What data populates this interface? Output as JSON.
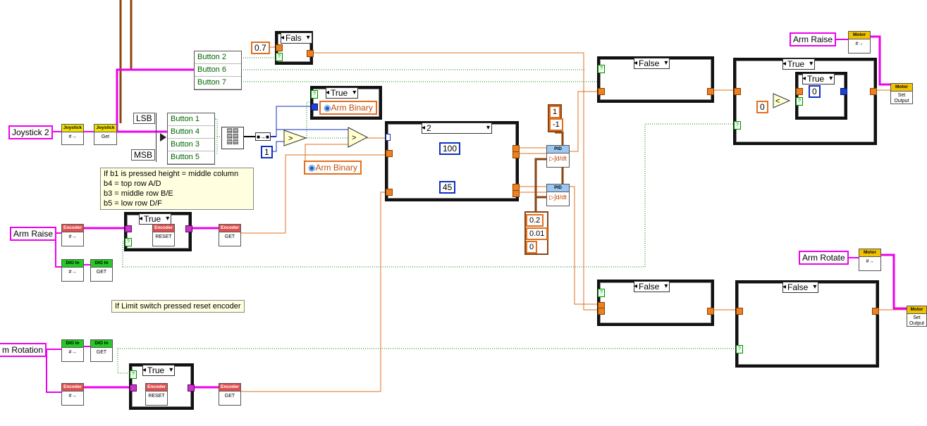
{
  "controls": {
    "joystick2": "Joystick 2",
    "arm_raise_left": "Arm Raise",
    "arm_rotation_left": "m Rotation",
    "arm_raise_right": "Arm Raise",
    "arm_rotate_right": "Arm Rotate"
  },
  "vis": {
    "joystick_header": "Joystick",
    "joystick_get": "Get",
    "encoder_header": "Encoder",
    "reset": "RESET",
    "get": "GET",
    "dio_header": "DIO In",
    "pid_header": "PID",
    "motor_header": "Motor",
    "set_output": "Set Output",
    "control_ref_glyph": "#→"
  },
  "constants": {
    "c07": "0.7",
    "c1": "1",
    "c100": "100",
    "c45": "45",
    "c_1": "1",
    "c_neg1": "-1",
    "c02": "0.2",
    "c001": "0.01",
    "c0": "0",
    "c0_right": "0",
    "c0_inner": "0"
  },
  "buttons_unbundle": [
    "Button 2",
    "Button 6",
    "Button 7"
  ],
  "buttons_bits": [
    "Button 1",
    "Button 4",
    "Button 3",
    "Button 5"
  ],
  "bit_labels": {
    "lsb": "LSB",
    "msb": "MSB"
  },
  "selectors": {
    "fals": "Fals",
    "true_top": "True",
    "case_2": "2",
    "false_r1": "False",
    "true_r1": "True",
    "true_r1_inner": "True",
    "false_r2": "False",
    "false_r3": "False",
    "true_enc1": "True",
    "true_enc2": "True"
  },
  "globals": {
    "arm_binary_1": "Arm Binary",
    "arm_binary_2": "Arm Binary"
  },
  "notes": {
    "mapping": [
      "If b1 is pressed height = middle column",
      "b4 = top row A/D",
      "b3 = middle row B/E",
      "b5 = low row D/F"
    ],
    "limit": "If Limit switch pressed reset encoder"
  },
  "colors": {
    "wire_int": "#1030c0",
    "wire_dbl": "#e07020",
    "wire_bool": "#008000",
    "wire_ref": "#ee00ee",
    "wire_cluster": "#8b4513"
  }
}
